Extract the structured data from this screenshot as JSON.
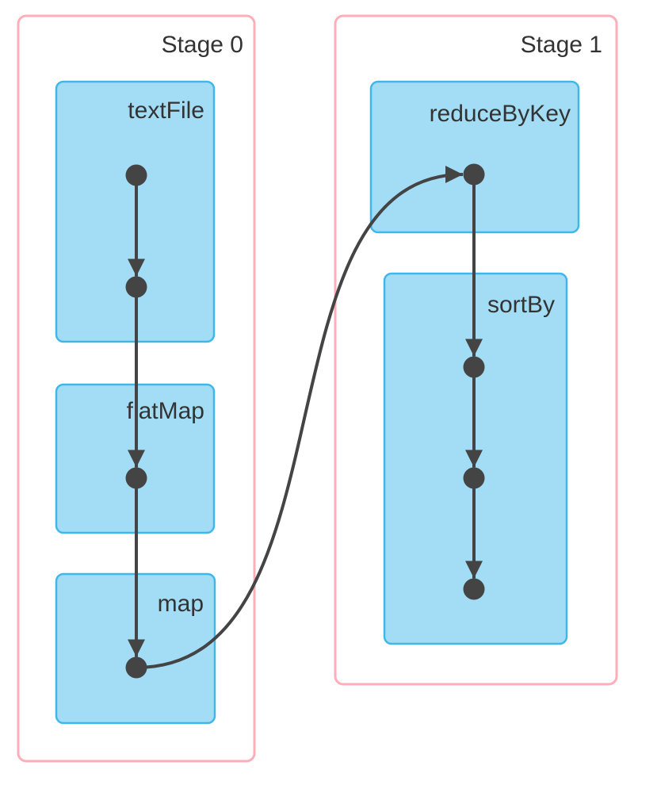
{
  "diagram": {
    "kind": "dag-visualization",
    "stages": [
      {
        "label": "Stage 0",
        "operators": [
          {
            "label": "textFile",
            "dot_count": 2
          },
          {
            "label": "flatMap",
            "dot_count": 1
          },
          {
            "label": "map",
            "dot_count": 1
          }
        ]
      },
      {
        "label": "Stage 1",
        "operators": [
          {
            "label": "reduceByKey",
            "dot_count": 1
          },
          {
            "label": "sortBy",
            "dot_count": 3
          }
        ]
      }
    ],
    "edges": [
      "textFile.dot1 -> textFile.dot2",
      "textFile.dot2 -> flatMap.dot1",
      "flatMap.dot1 -> map.dot1",
      "map.dot1 -> reduceByKey.dot1",
      "reduceByKey.dot1 -> sortBy.dot1",
      "sortBy.dot1 -> sortBy.dot2",
      "sortBy.dot2 -> sortBy.dot3"
    ]
  },
  "colors": {
    "background": "#FFFFFF",
    "stage_border": "#FFAEB9",
    "stage_fill": "#FFFFFF",
    "operator_fill": "#A3DDF5",
    "operator_border": "#40B7EC",
    "edge": "#444444",
    "label_text": "#333333"
  }
}
